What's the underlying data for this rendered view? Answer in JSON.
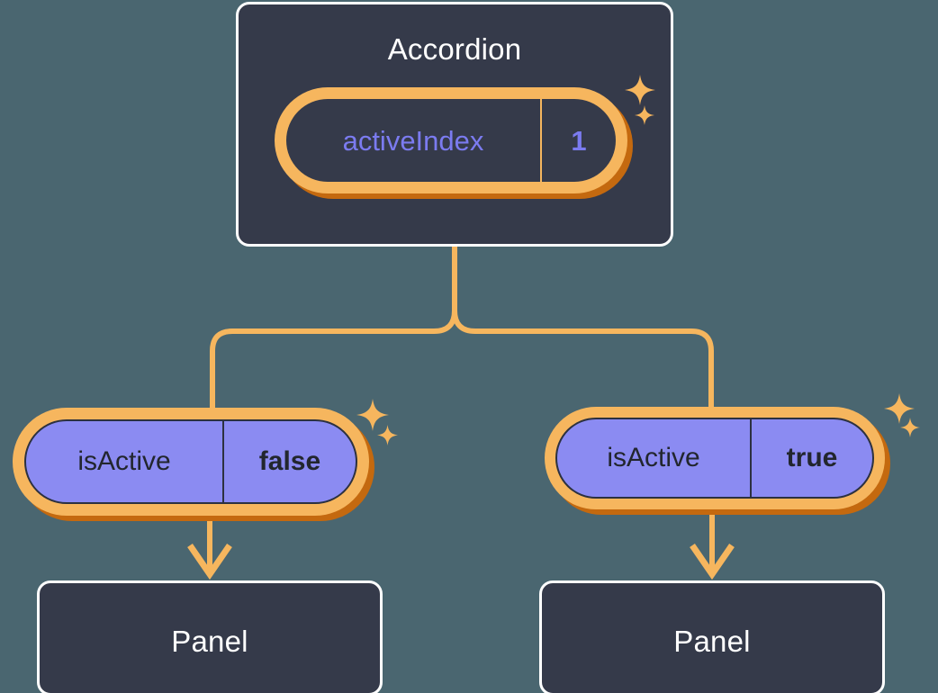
{
  "diagram": {
    "type": "component-state-tree",
    "background_color": "#4a6670",
    "accent_color": "#f6b65e",
    "accent_dark_color": "#c4690f",
    "node_fill_color": "#353a4a",
    "node_border_color": "#ffffff",
    "state_fill_color": "#8b8bf2",
    "state_text_color": "#7b7bf0"
  },
  "root": {
    "title": "Accordion",
    "state": {
      "key": "activeIndex",
      "value": "1"
    }
  },
  "branches": [
    {
      "state": {
        "key": "isActive",
        "value": "false"
      },
      "child": {
        "title": "Panel"
      }
    },
    {
      "state": {
        "key": "isActive",
        "value": "true"
      },
      "child": {
        "title": "Panel"
      }
    }
  ],
  "icons": {
    "sparkle": "sparkle-icon"
  }
}
